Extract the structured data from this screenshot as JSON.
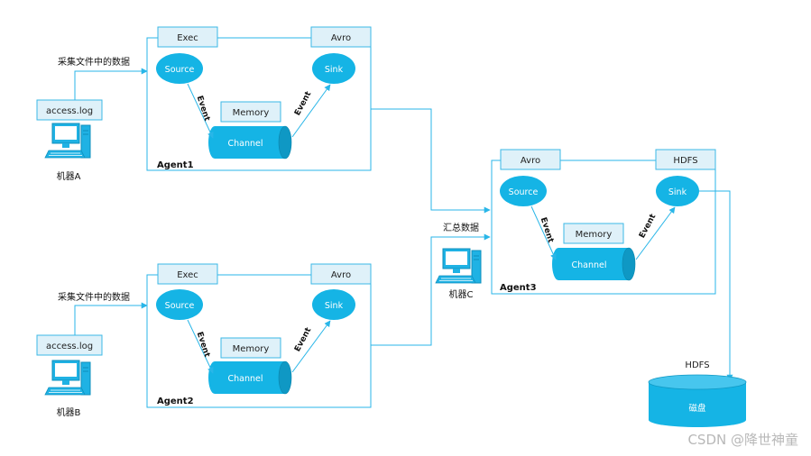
{
  "machines": {
    "a": {
      "name": "机器A",
      "file": "access.log",
      "collect_label": "采集文件中的数据"
    },
    "b": {
      "name": "机器B",
      "file": "access.log",
      "collect_label": "采集文件中的数据"
    },
    "c": {
      "name": "机器C",
      "aggregate_label": "汇总数据"
    }
  },
  "agent1": {
    "name": "Agent1",
    "source_tag": "Exec",
    "sink_tag": "Avro",
    "channel_tag": "Memory",
    "source": "Source",
    "sink": "Sink",
    "channel": "Channel",
    "event_in": "Event",
    "event_out": "Event"
  },
  "agent2": {
    "name": "Agent2",
    "source_tag": "Exec",
    "sink_tag": "Avro",
    "channel_tag": "Memory",
    "source": "Source",
    "sink": "Sink",
    "channel": "Channel",
    "event_in": "Event",
    "event_out": "Event"
  },
  "agent3": {
    "name": "Agent3",
    "source_tag": "Avro",
    "sink_tag": "HDFS",
    "channel_tag": "Memory",
    "source": "Source",
    "sink": "Sink",
    "channel": "Channel",
    "event_in": "Event",
    "event_out": "Event"
  },
  "storage": {
    "title": "HDFS",
    "disk": "磁盘"
  },
  "watermark": "CSDN @降世神童"
}
